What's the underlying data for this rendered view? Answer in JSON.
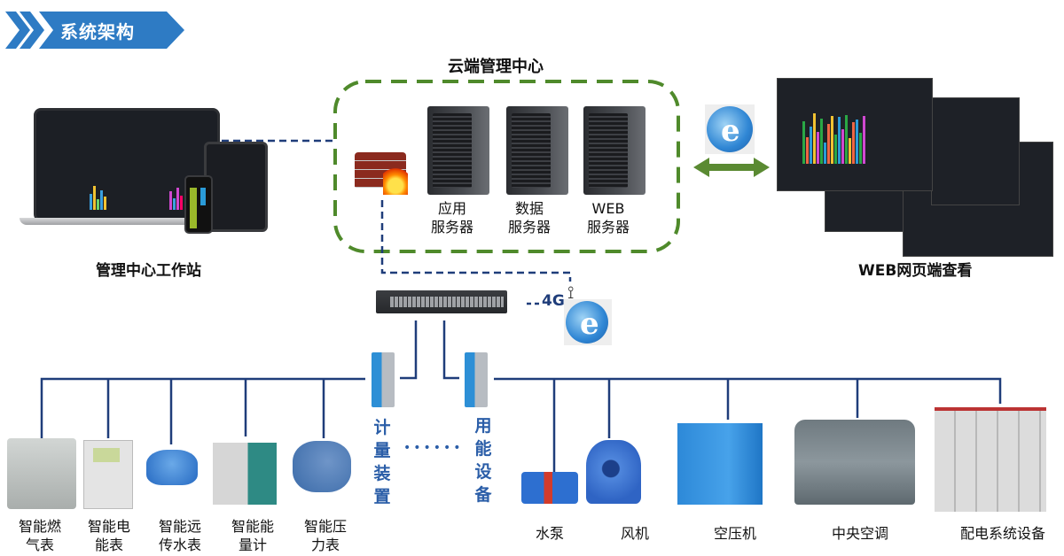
{
  "header": {
    "title": "系统架构",
    "banner_color": "#2e7bc4"
  },
  "cloud_center": {
    "title": "云端管理中心",
    "border_color": "#4f8a2b",
    "servers": [
      {
        "line1": "应用",
        "line2": "服务器"
      },
      {
        "line1": "数据",
        "line2": "服务器"
      },
      {
        "line1": "WEB",
        "line2": "服务器"
      }
    ],
    "firewall_icon": "firewall-icon"
  },
  "workstation": {
    "label": "管理中心工作站"
  },
  "web_view": {
    "label": "WEB网页端查看",
    "arrow_color": "#5a8a32"
  },
  "network": {
    "switch_icon": "network-switch-icon",
    "wireless_label": "4G",
    "line_color": "#1f3d7a"
  },
  "middle_labels": {
    "left": [
      "计",
      "量",
      "装",
      "置"
    ],
    "right": [
      "用",
      "能",
      "设",
      "备"
    ],
    "dots": "••••••"
  },
  "meters": [
    {
      "line1": "智能燃",
      "line2": "气表"
    },
    {
      "line1": "智能电",
      "line2": "能表"
    },
    {
      "line1": "智能远",
      "line2": "传水表"
    },
    {
      "line1": "智能能",
      "line2": "量计"
    },
    {
      "line1": "智能压",
      "line2": "力表"
    }
  ],
  "equipment": [
    {
      "label": "水泵"
    },
    {
      "label": "风机"
    },
    {
      "label": "空压机"
    },
    {
      "label": "中央空调"
    },
    {
      "label": "配电系统设备"
    }
  ]
}
